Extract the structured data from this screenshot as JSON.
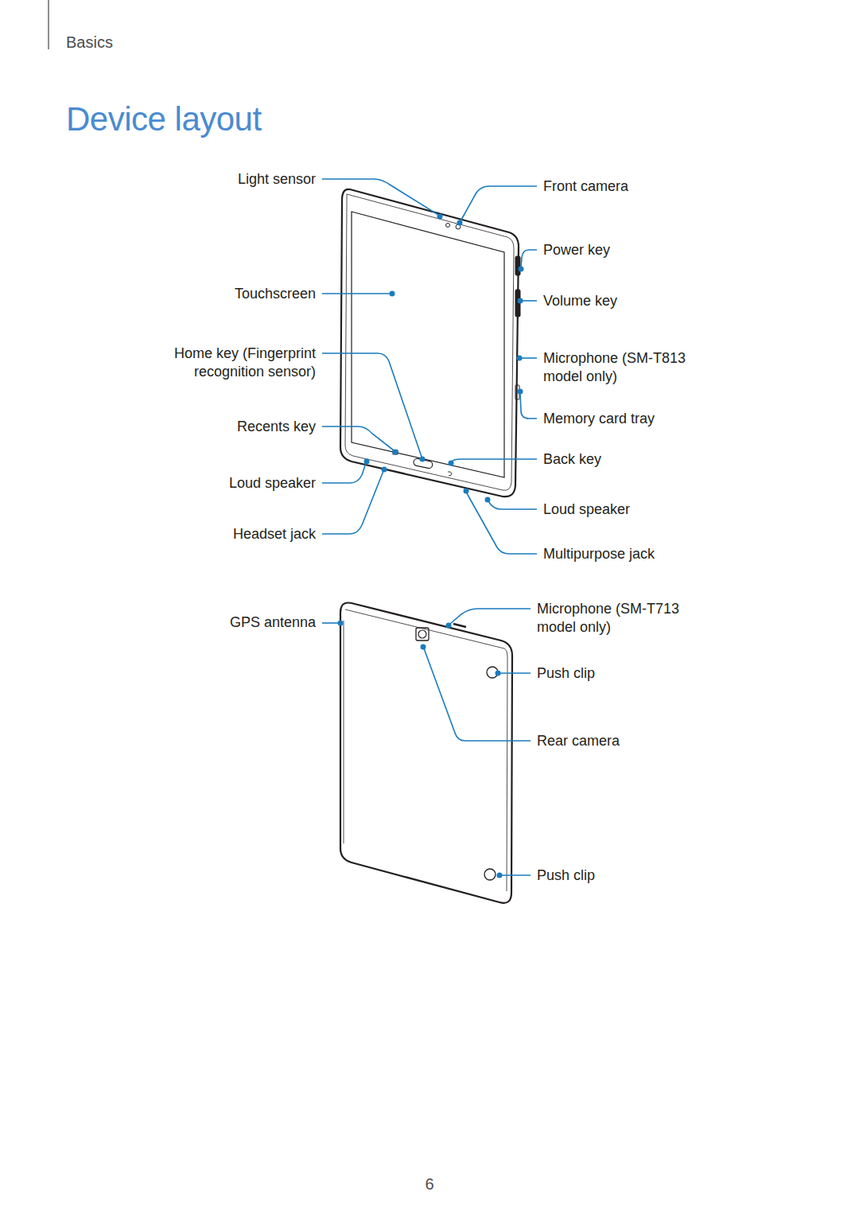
{
  "diagram": {
    "title": "Device layout",
    "labels": [
      "Basics",
      "Light sensor",
      "Front camera",
      "Power key",
      "Touchscreen",
      "Volume key",
      "Home key (Fingerprint recognition sensor)",
      "Microphone (SM-T813 model only)",
      "Memory card tray",
      "Recents key",
      "Back key",
      "Loud speaker",
      "Loud speaker",
      "Headset jack",
      "Multipurpose jack",
      "GPS antenna",
      "Microphone (SM-T713 model only)",
      "Push clip",
      "Rear camera",
      "Push clip",
      "6"
    ]
  }
}
